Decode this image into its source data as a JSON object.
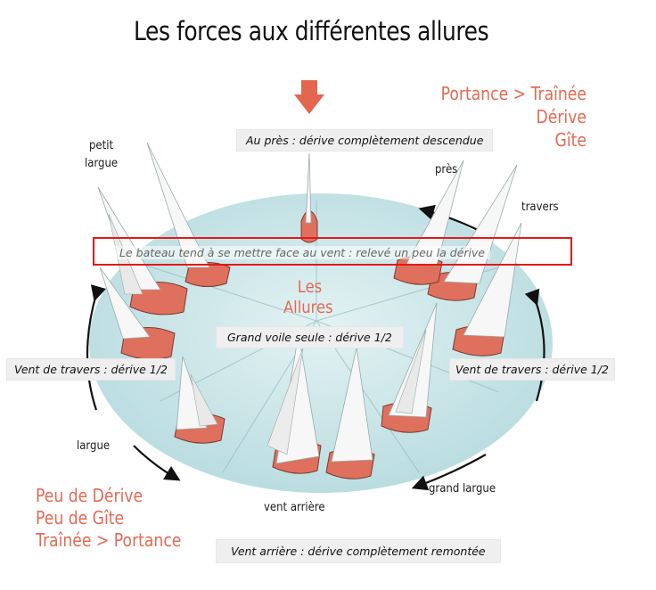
{
  "title": "Les forces aux différentes allures",
  "top_right": {
    "line1": "Portance > Traînée",
    "line2": "Dérive",
    "line3": "Gîte"
  },
  "bottom_left": {
    "line1": "Peu de Dérive",
    "line2": "Peu de Gîte",
    "line3": "Traînée > Portance"
  },
  "center": {
    "line1": "Les",
    "line2": "Allures"
  },
  "points_of_sail": {
    "petit_largue_1": "petit",
    "petit_largue_2": "largue",
    "pres": "près",
    "travers": "travers",
    "largue": "largue",
    "grand_largue": "grand largue",
    "vent_arriere": "vent arrière"
  },
  "captions": {
    "au_pres": "Au près : dérive complètement descendue",
    "highlight": "Le bateau tend à se mettre face au vent : relevé un peu la dérive",
    "grand_voile": "Grand voile seule : dérive 1/2",
    "travers_left": "Vent de travers : dérive 1/2",
    "travers_right": "Vent de travers : dérive 1/2",
    "vent_arriere": "Vent arrière : dérive complètement remontée"
  },
  "colors": {
    "accent": "#e06b54",
    "water": "#bfe0e4",
    "hull": "#e0705e",
    "highlight_border": "#e11a1a",
    "caption_bg": "#efefef"
  }
}
